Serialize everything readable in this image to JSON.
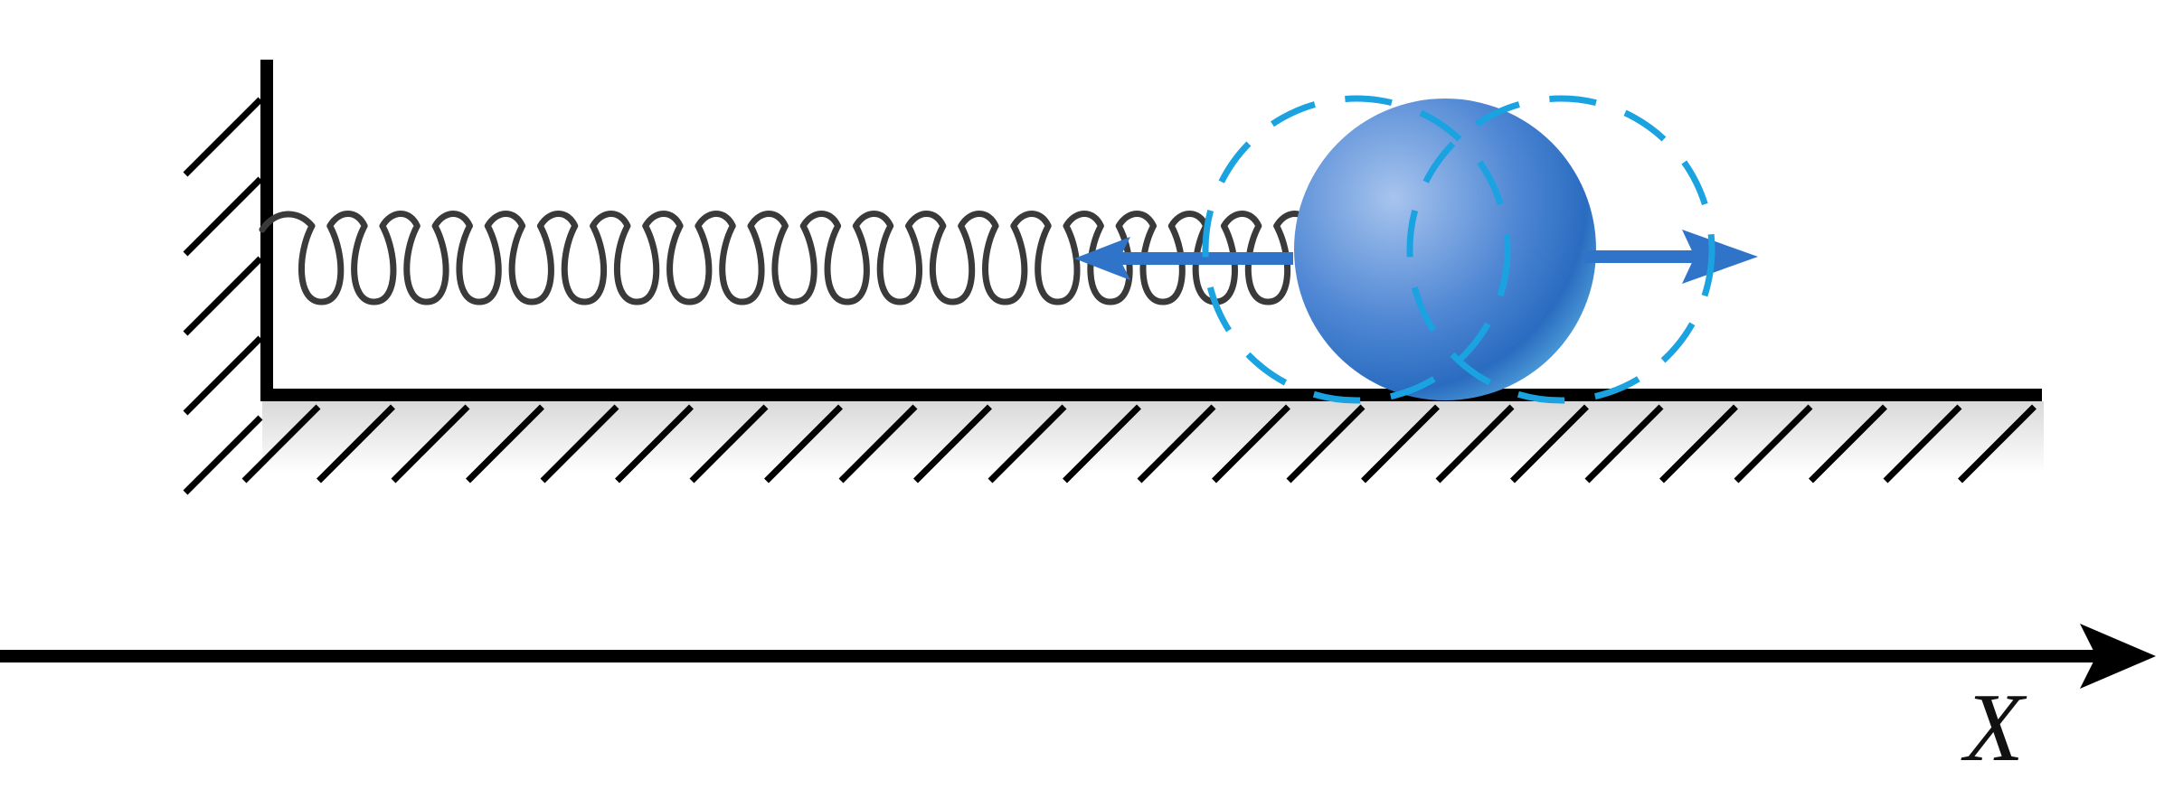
{
  "diagram": {
    "axis_label": "X",
    "colors": {
      "spring": "#3a3a3a",
      "wall": "#000000",
      "ball_light": "#a7c4ee",
      "ball_mid": "#4f87d4",
      "ball_dark": "#2a6cc0",
      "arrow": "#2f74c8",
      "dashed_outline": "#1aa3e0",
      "floor_shade": "#d9d9d9"
    },
    "icons": {
      "wall": "hatched-wall",
      "floor": "hatched-floor",
      "spring": "coil-spring",
      "ball": "sphere",
      "displacement": "dashed-circle",
      "axis": "arrow-right"
    }
  }
}
